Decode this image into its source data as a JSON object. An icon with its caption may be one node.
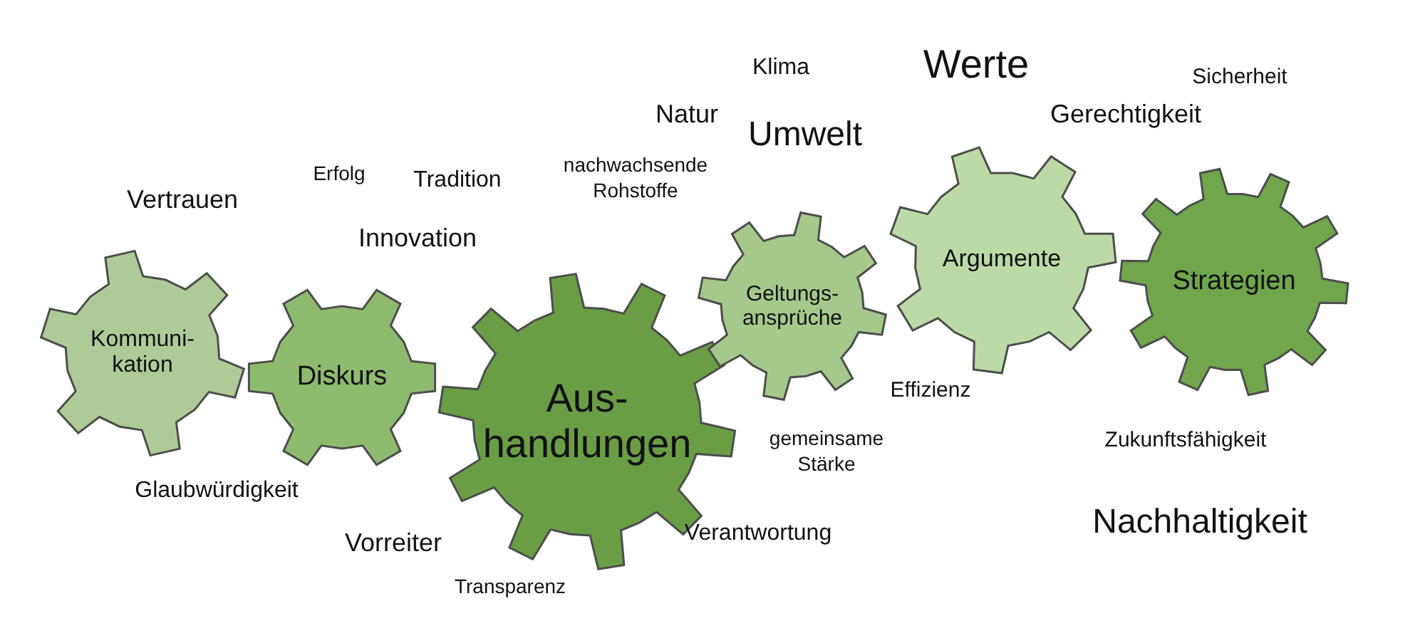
{
  "diagram": {
    "nodes": [
      {
        "text": [
          "Kommuni-kation"
        ]
      },
      {
        "text": [
          "Diskurs"
        ]
      },
      {
        "text": [
          "Aus-handlungen"
        ]
      },
      {
        "text": [
          "Geltungs-ansprüche"
        ]
      },
      {
        "text": [
          "Argumente"
        ]
      },
      {
        "text": [
          "Strategien"
        ]
      }
    ],
    "labels": [
      "Klima",
      "Werte",
      "Sicherheit",
      "Natur",
      "Umwelt",
      "Gerechtigkeit",
      "Erfolg",
      "Tradition",
      "nachwachsende Rohstoffe",
      "Vertrauen",
      "Innovation",
      "Effizienz",
      "gemeinsame Stärke",
      "Zukunftsfähigkeit",
      "Glaubwürdigkeit",
      "Nachhaltigkeit",
      "Vorreiter",
      "Verantwortung",
      "Transparenz"
    ]
  }
}
